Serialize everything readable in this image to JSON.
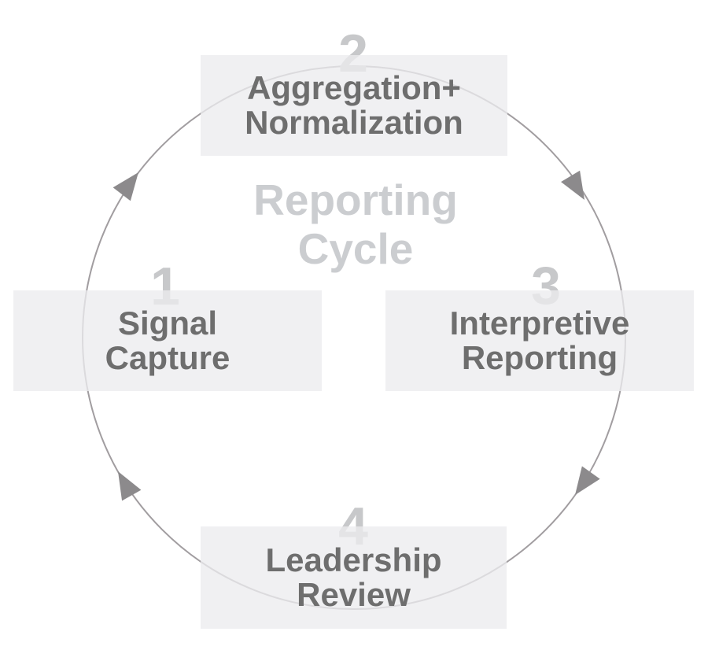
{
  "diagram": {
    "title_line1": "Reporting",
    "title_line2": "Cycle",
    "type": "cycle-diagram",
    "direction": "clockwise",
    "step_count": "4"
  },
  "steps": [
    {
      "number": "1",
      "line1": "Signal",
      "line2": "Capture",
      "position": "left"
    },
    {
      "number": "2",
      "line1": "Aggregation+",
      "line2": "Normalization",
      "position": "top"
    },
    {
      "number": "3",
      "line1": "Interpretive",
      "line2": "Reporting",
      "position": "right"
    },
    {
      "number": "4",
      "line1": "Leadership",
      "line2": "Review",
      "position": "bottom"
    }
  ],
  "icons": {
    "arrows": [
      "arrow-left-to-top-icon",
      "arrow-top-to-right-icon",
      "arrow-right-to-bottom-icon",
      "arrow-bottom-to-left-icon"
    ]
  },
  "colors": {
    "box_fill": "#f0f0f1",
    "box_text": "#6e6e6e",
    "step_number": "#c7c8ca",
    "title_text": "#cbcdd0",
    "circle_stroke": "#a19da0",
    "arrow_fill": "#8c8a8c",
    "background": "#ffffff"
  }
}
